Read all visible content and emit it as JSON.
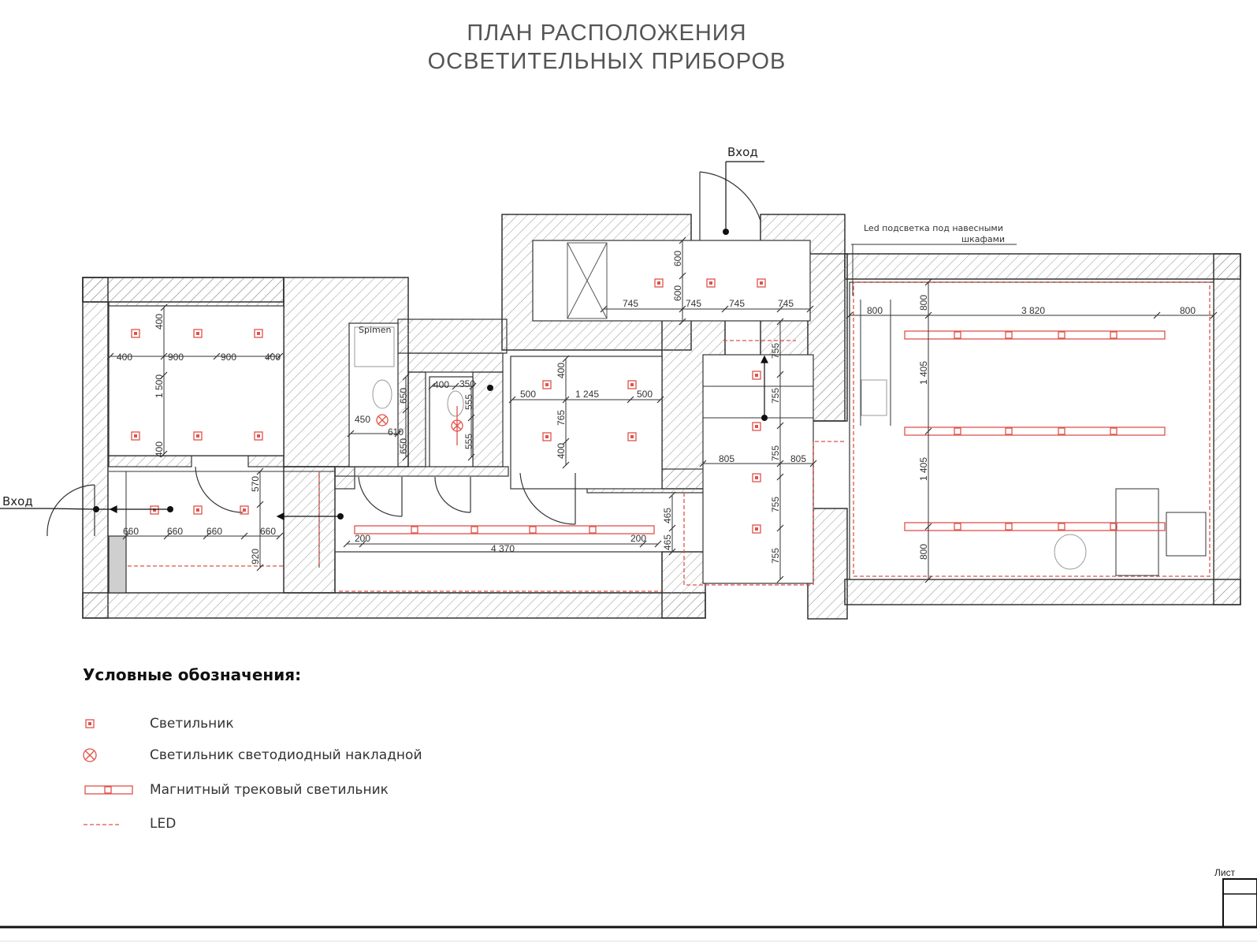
{
  "title": {
    "line1": "ПЛАН РАСПОЛОЖЕНИЯ",
    "line2": "ОСВЕТИТЕЛЬНЫХ ПРИБОРОВ"
  },
  "labels": {
    "entrance_top": "Вход",
    "entrance_left": "Вход",
    "led_note_line1": "Led подсветка под навесными",
    "led_note_line2": "шкафами",
    "bath_mark": "Spimen"
  },
  "dimensions": {
    "d_400_a": "400",
    "d_400_b": "400",
    "d_900_a": "900",
    "d_900_b": "900",
    "d_400_c": "400",
    "d_1500": "1 500",
    "d_400_d": "400",
    "d_650_a": "650",
    "d_450": "450",
    "d_610": "610",
    "d_650_b": "650",
    "d_400_e": "400",
    "d_350": "350",
    "d_555_a": "555",
    "d_555_b": "555",
    "d_600_a": "600",
    "d_600_b": "600",
    "d_745_a": "745",
    "d_745_b": "745",
    "d_745_c": "745",
    "d_745_d": "745",
    "d_400_f": "400",
    "d_500_a": "500",
    "d_1245": "1 245",
    "d_500_b": "500",
    "d_765": "765",
    "d_400_g": "400",
    "d_755_a": "755",
    "d_755_b": "755",
    "d_755_c": "755",
    "d_755_d": "755",
    "d_755_e": "755",
    "d_805_a": "805",
    "d_805_b": "805",
    "d_465_a": "465",
    "d_465_b": "465",
    "d_570": "570",
    "d_920": "920",
    "d_660_a": "660",
    "d_660_b": "660",
    "d_660_c": "660",
    "d_660_d": "660",
    "d_200_a": "200",
    "d_4370": "4 370",
    "d_200_b": "200",
    "d_800_a": "800",
    "d_800_b": "800",
    "d_3820": "3 820",
    "d_800_c": "800",
    "d_1405_a": "1 405",
    "d_1405_b": "1 405",
    "d_800_d": "800"
  },
  "legend": {
    "title": "Условные обозначения:",
    "items": [
      {
        "symbol": "square-light-icon",
        "label": "Светильник"
      },
      {
        "symbol": "led-surface-light-icon",
        "label": "Светильник  светодиодный накладной"
      },
      {
        "symbol": "magnetic-track-icon",
        "label": "Магнитный трековый светильник"
      },
      {
        "symbol": "led-line-icon",
        "label": "LED"
      }
    ]
  },
  "stamp": {
    "sheet_label": "Лист"
  },
  "colors": {
    "wall_line": "#333333",
    "hatch": "#888888",
    "fixture_red": "#e0524a",
    "led_red": "#e0524a",
    "dimension": "#333333"
  }
}
